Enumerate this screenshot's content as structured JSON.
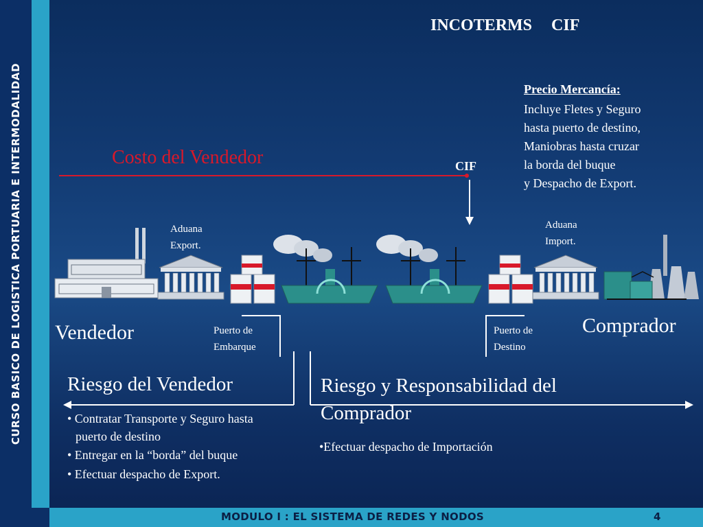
{
  "sidebar": {
    "text": "CURSO BASICO DE LOGISTICA PORTUARIA E INTERMODALIDAD"
  },
  "footer": {
    "title": "MODULO I : EL SISTEMA DE REDES Y NODOS",
    "page": "4"
  },
  "header": {
    "title": "INCOTERMS CIF"
  },
  "price": {
    "heading": "Precio Mercancía:",
    "lines": [
      "Incluye Fletes y Seguro",
      "hasta puerto de destino,",
      "Maniobras hasta cruzar",
      "la borda del buque",
      "y Despacho de Export."
    ]
  },
  "cost_label": "Costo del Vendedor",
  "cif_point": "CIF",
  "customs_export": [
    "Aduana",
    "Export."
  ],
  "customs_import": [
    "Aduana",
    "Import."
  ],
  "port_origin": [
    "Puerto de",
    "Embarque"
  ],
  "port_destination": [
    "Puerto de",
    "Destino"
  ],
  "seller": "Vendedor",
  "buyer": "Comprador",
  "seller_risk": {
    "title": "Riesgo del Vendedor",
    "items": [
      "• Contratar Transporte y Seguro hasta",
      "puerto de destino",
      "• Entregar en la “borda” del buque",
      "• Efectuar despacho de Export."
    ]
  },
  "buyer_risk": {
    "title_line1": "Riesgo y Responsabilidad del",
    "title_line2": "Comprador",
    "items": [
      "•Efectuar despacho de Importación"
    ]
  },
  "colors": {
    "cost_red": "#d8192a",
    "accent_teal": "#2aa3c8",
    "navy": "#0c2f66"
  }
}
